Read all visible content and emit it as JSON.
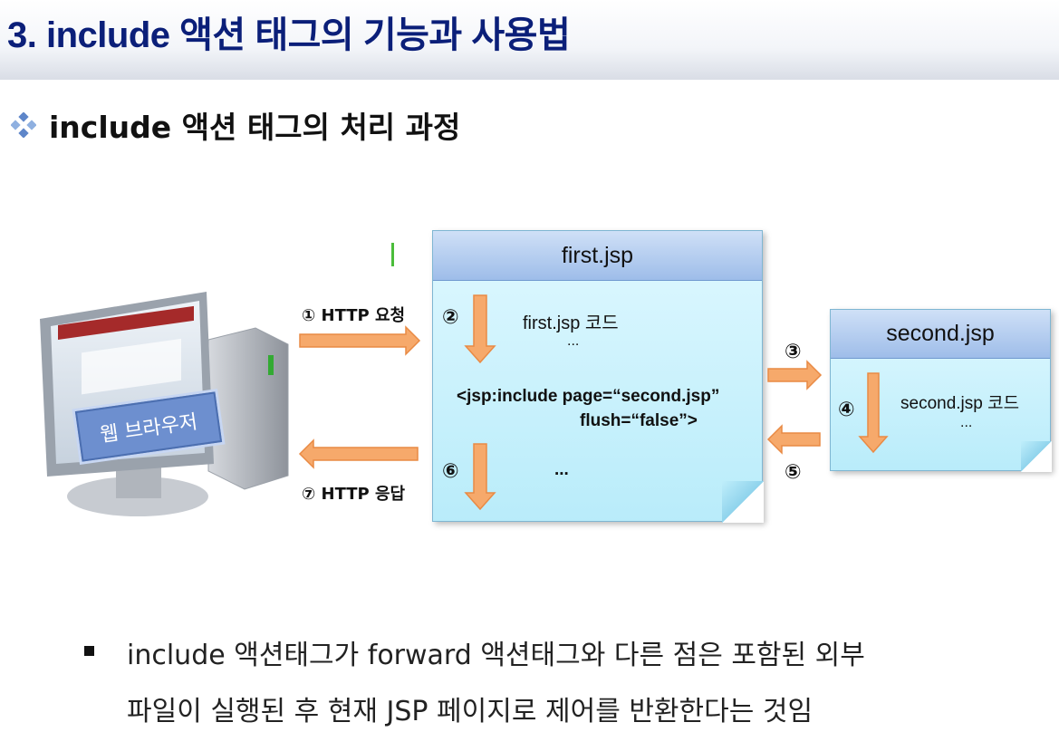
{
  "page": {
    "title": "3. include 액션 태그의 기능과 사용법",
    "subtitle": "include 액션 태그의 처리 과정"
  },
  "diagram": {
    "browser": {
      "label": "웹 브라우저"
    },
    "first": {
      "title": "first.jsp",
      "code_label": "first.jsp 코드",
      "ellipsis_top": "...",
      "include_line1": "<jsp:include   page=“second.jsp”",
      "include_line2": "flush=“false”>",
      "ellipsis_bottom": "..."
    },
    "second": {
      "title": "second.jsp",
      "code_label": "second.jsp 코드",
      "ellipsis": "..."
    },
    "steps": {
      "request": "① HTTP 요청",
      "response": "⑦ HTTP 응답",
      "s2": "②",
      "s3": "③",
      "s4": "④",
      "s5": "⑤",
      "s6": "⑥"
    },
    "colors": {
      "arrow": "#f6a96b",
      "arrow_stroke": "#e98a44",
      "box_fill": "#c9f1fb",
      "header_fill": "#a9c6ee",
      "title": "#0b1f79"
    }
  },
  "note": {
    "line1": "include 액션태그가 forward 액션태그와 다른 점은 포함된 외부",
    "line2": "파일이 실행된 후 현재 JSP 페이지로 제어를 반환한다는 것임"
  }
}
